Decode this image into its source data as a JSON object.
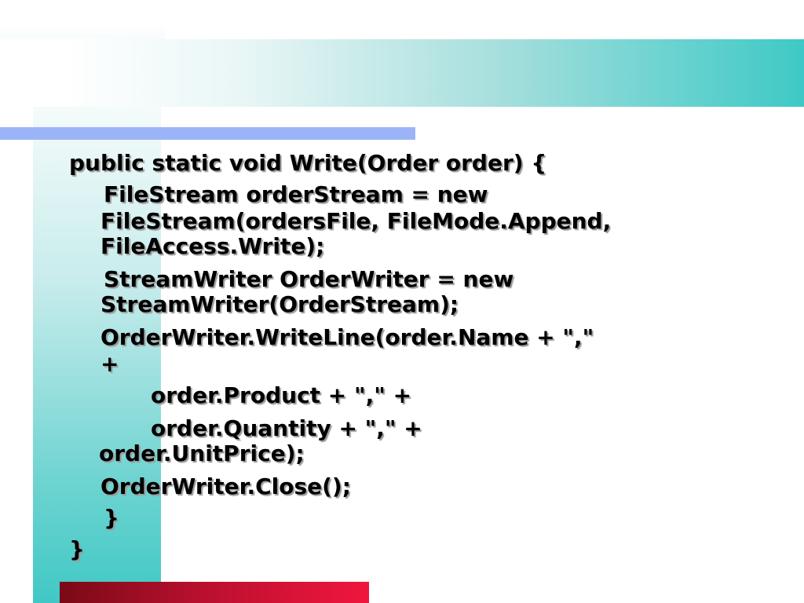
{
  "code_block": {
    "lines": [
      "public static void Write(Order order) {",
      "FileStream orderStream = new",
      "FileStream(ordersFile, FileMode.Append,",
      "FileAccess.Write);",
      "StreamWriter OrderWriter = new",
      "StreamWriter(OrderStream);",
      "OrderWriter.WriteLine(order.Name + \",\"",
      "+",
      "order.Product + \",\" +",
      "order.Quantity + \",\" +",
      "order.UnitPrice);",
      "OrderWriter.Close();",
      "}",
      "}"
    ]
  }
}
